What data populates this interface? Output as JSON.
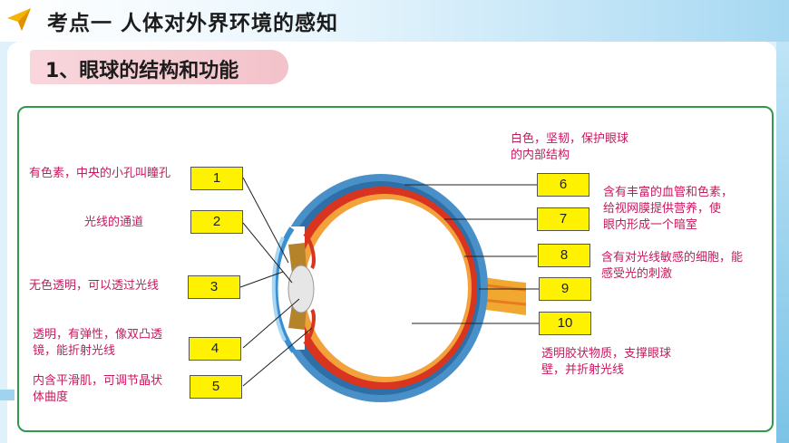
{
  "title": "考点一  人体对外界环境的感知",
  "section": "1、眼球的结构和功能",
  "logo_icon": "paper-plane-icon",
  "colors": {
    "accent": "#fff200",
    "desc_text": "#c8185e",
    "frame": "#2e9a4a"
  },
  "boxes": [
    "1",
    "2",
    "3",
    "4",
    "5",
    "6",
    "7",
    "8",
    "9",
    "10"
  ],
  "descriptions": {
    "d1": "有色素，中央的小孔叫瞳孔",
    "d2": "光线的通道",
    "d3": "无色透明，可以透过光线",
    "d4a": "透明，有弹性，像双凸透",
    "d4b": "镜，能折射光线",
    "d5a": "内含平滑肌，可调节晶状",
    "d5b": "体曲度",
    "d6a": "白色，坚韧，保护眼球",
    "d6b": "的内部结构",
    "d7a": "含有丰富的血管和色素，",
    "d7b": "给视网膜提供营养，使",
    "d7c": "眼内形成一个暗室",
    "d8a": "含有对光线敏感的细胞，能",
    "d8b": "感受光的刺激",
    "d10a": "透明胶状物质，支撑眼球",
    "d10b": "壁，并折射光线"
  }
}
